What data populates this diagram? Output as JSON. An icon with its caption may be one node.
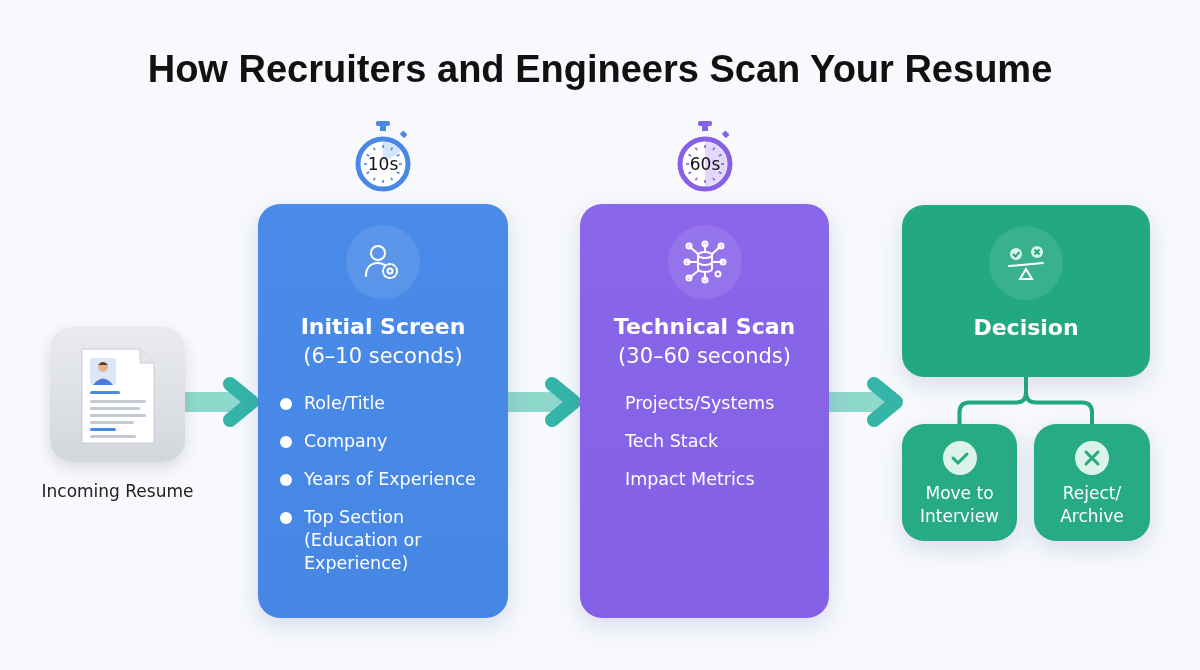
{
  "diagram": {
    "title": "How Recruiters and Engineers Scan Your Resume",
    "nodes": [
      {
        "text": [
          "Incoming Resume"
        ]
      },
      {
        "text": [
          "10s"
        ]
      },
      {
        "text": [
          "Initial Screen",
          "(6–10 seconds)",
          "Role/Title",
          "Company",
          "Years of Experience",
          "Top Section (Education or Experience)"
        ]
      },
      {
        "text": [
          "60s"
        ]
      },
      {
        "text": [
          "Technical Scan",
          "(30–60 seconds)",
          "Projects/Systems",
          "Tech Stack",
          "Impact Metrics"
        ]
      },
      {
        "text": [
          "Decision"
        ]
      },
      {
        "text": [
          "Move to Interview"
        ]
      },
      {
        "text": [
          "Reject/ Archive"
        ]
      }
    ],
    "edges": [
      {
        "from": 0,
        "to": 2,
        "arrow": "to"
      },
      {
        "from": 2,
        "to": 4,
        "arrow": "to"
      },
      {
        "from": 4,
        "to": 5,
        "arrow": "to"
      },
      {
        "from": 5,
        "to": 6,
        "arrow": "none",
        "color": "#22a97f"
      },
      {
        "from": 5,
        "to": 7,
        "arrow": "none",
        "color": "#22a97f"
      }
    ]
  }
}
